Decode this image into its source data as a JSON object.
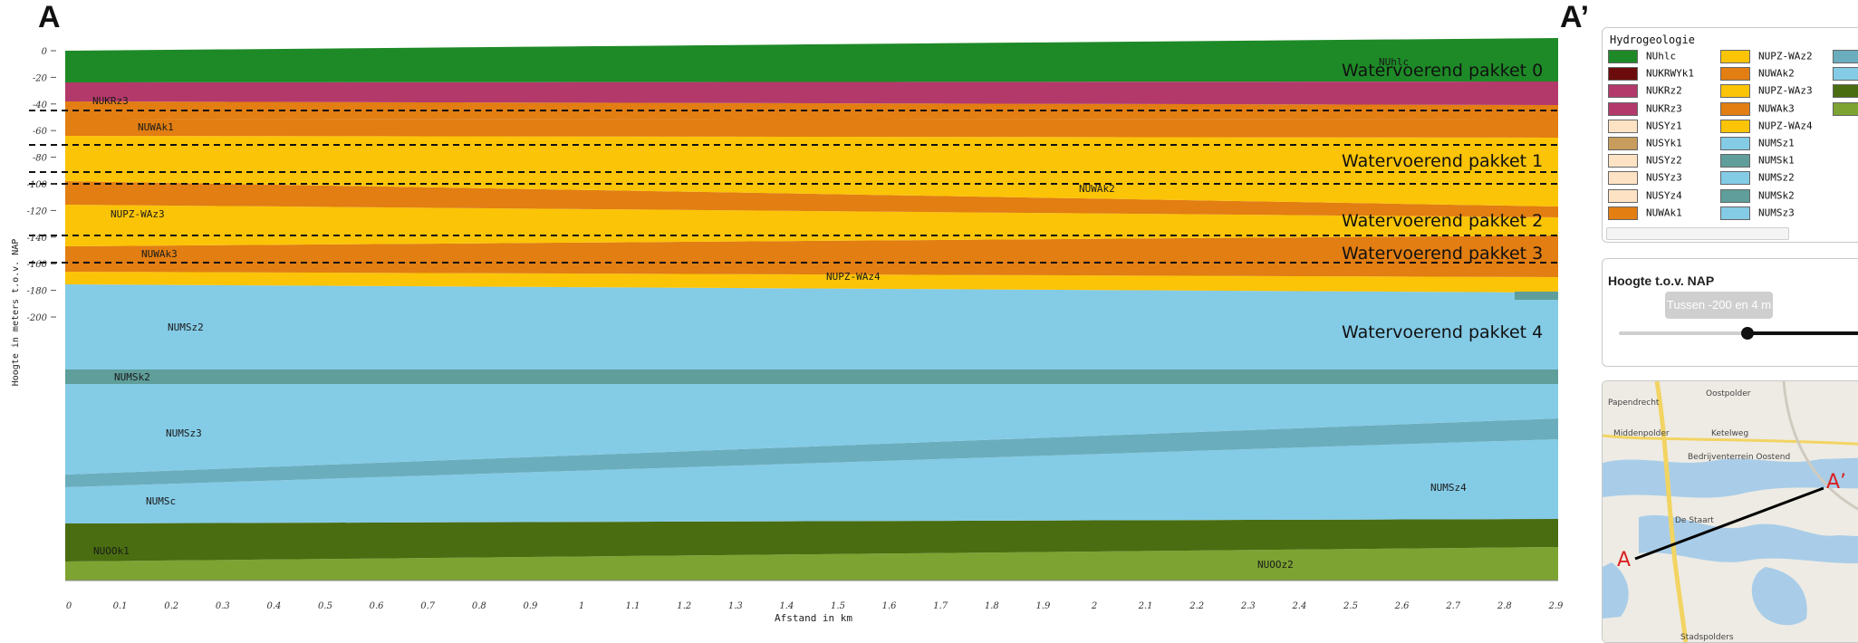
{
  "section": {
    "label_left": "A",
    "label_right": "A’",
    "y_axis_label": "Hoogte in meters t.o.v. NAP",
    "x_axis_label": "Afstand in km",
    "y_ticks": [
      "0",
      "-20",
      "-40",
      "-60",
      "-80",
      "-100",
      "-120",
      "-140",
      "-160",
      "-180",
      "-200"
    ],
    "x_ticks": [
      "0",
      "0.1",
      "0.2",
      "0.3",
      "0.4",
      "0.5",
      "0.6",
      "0.7",
      "0.8",
      "0.9",
      "1",
      "1.1",
      "1.2",
      "1.3",
      "1.4",
      "1.5",
      "1.6",
      "1.7",
      "1.8",
      "1.9",
      "2",
      "2.1",
      "2.2",
      "2.3",
      "2.4",
      "2.5",
      "2.6",
      "2.7",
      "2.8",
      "2.9"
    ],
    "layers": [
      {
        "code": "NUOOz2",
        "color": "#7da332"
      },
      {
        "code": "NUOOk1",
        "color": "#4a6d11"
      },
      {
        "code": "NUMSz3",
        "color": "#84cbe6"
      },
      {
        "code": "NUMSc",
        "color": "#6aaebe"
      },
      {
        "code": "NUMSk2",
        "color": "#5f9e9a"
      },
      {
        "code": "NUPZ-WAz4",
        "color": "#fbc407"
      },
      {
        "code": "NUWAk3",
        "color": "#e27e12"
      },
      {
        "code": "NUPZ-WAz3",
        "color": "#fbc407"
      },
      {
        "code": "NUWAk2",
        "color": "#e27e12"
      },
      {
        "code": "NUWAk1",
        "color": "#e27e12"
      },
      {
        "code": "NUKRz3",
        "color": "#b3396b"
      },
      {
        "code": "NUhlc",
        "color": "#1e8a27"
      }
    ],
    "layer_labels": [
      "NUhlc",
      "NUKRz3",
      "NUWAk1",
      "NUWAk2",
      "NUPZ-WAz3",
      "NUWAk3",
      "NUPZ-WAz4",
      "NUMSz2",
      "NUMSk2",
      "NUMSz3",
      "NUMSc",
      "NUMSz4",
      "NUOOk1",
      "NUOOz2"
    ],
    "aquifers": [
      "Watervoerend pakket 0",
      "Watervoerend pakket 1",
      "Watervoerend pakket 2",
      "Watervoerend pakket 3",
      "Watervoerend pakket 4"
    ]
  },
  "legend": {
    "title": "Hydrogeologie",
    "items": [
      {
        "code": "NUhlc",
        "color": "#1e8a27"
      },
      {
        "code": "NUKRWYk1",
        "color": "#6b0b0b"
      },
      {
        "code": "NUKRz2",
        "color": "#b3396b"
      },
      {
        "code": "NUKRz3",
        "color": "#b3396b"
      },
      {
        "code": "NUSYz1",
        "color": "#fde3c4"
      },
      {
        "code": "NUSYk1",
        "color": "#c79c5c"
      },
      {
        "code": "NUSYz2",
        "color": "#fde3c4"
      },
      {
        "code": "NUSYz3",
        "color": "#fde3c4"
      },
      {
        "code": "NUSYz4",
        "color": "#fde3c4"
      },
      {
        "code": "NUWAk1",
        "color": "#e27e12"
      },
      {
        "code": "NUPZ-WAz2",
        "color": "#fbc407"
      },
      {
        "code": "NUWAk2",
        "color": "#e27e12"
      },
      {
        "code": "NUPZ-WAz3",
        "color": "#fbc407"
      },
      {
        "code": "NUWAk3",
        "color": "#e27e12"
      },
      {
        "code": "NUPZ-WAz4",
        "color": "#fbc407"
      },
      {
        "code": "NUMSz1",
        "color": "#84cbe6"
      },
      {
        "code": "NUMSk1",
        "color": "#5f9e9a"
      },
      {
        "code": "NUMSz2",
        "color": "#84cbe6"
      },
      {
        "code": "NUMSk2",
        "color": "#5f9e9a"
      },
      {
        "code": "NUMSz3",
        "color": "#84cbe6"
      }
    ],
    "col3_colors": [
      "#6aaebe",
      "#84cbe6",
      "#4a6d11",
      "#7da332"
    ]
  },
  "height_filter": {
    "title": "Hoogte t.o.v. NAP",
    "range_text": "Tussen -200 en 4 m"
  },
  "map": {
    "labels": [
      "Oostpolder",
      "Papendrecht",
      "Middenpolder",
      "Ketelweg",
      "Bedrijventerrein Oostend",
      "De Staart",
      "Stadspolders",
      "A",
      "A’"
    ]
  }
}
